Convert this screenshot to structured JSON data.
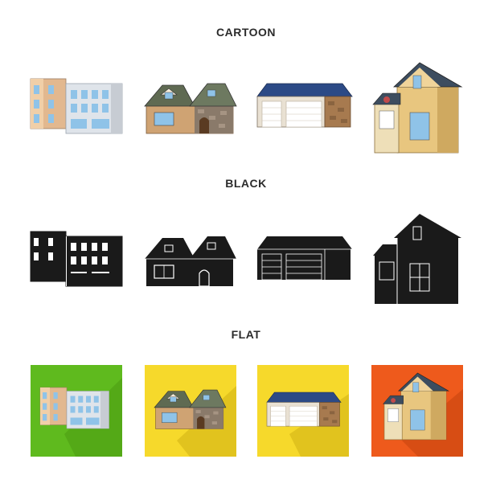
{
  "sections": {
    "cartoon": "CARTOON",
    "black": "BLACK",
    "flat": "FLAT"
  },
  "icons": [
    {
      "name": "apartment-building-icon"
    },
    {
      "name": "cottage-house-icon"
    },
    {
      "name": "garage-building-icon"
    },
    {
      "name": "two-story-house-icon"
    }
  ],
  "colors": {
    "tile_green": "#5fba1e",
    "tile_yellow": "#f6d92b",
    "tile_orange": "#ee5a1c",
    "roof_blue": "#2c4a86",
    "roof_green": "#5f6a52",
    "wall_tan": "#d9b37b",
    "window_blue": "#8fc3e8",
    "outline": "#1a1a1a"
  }
}
